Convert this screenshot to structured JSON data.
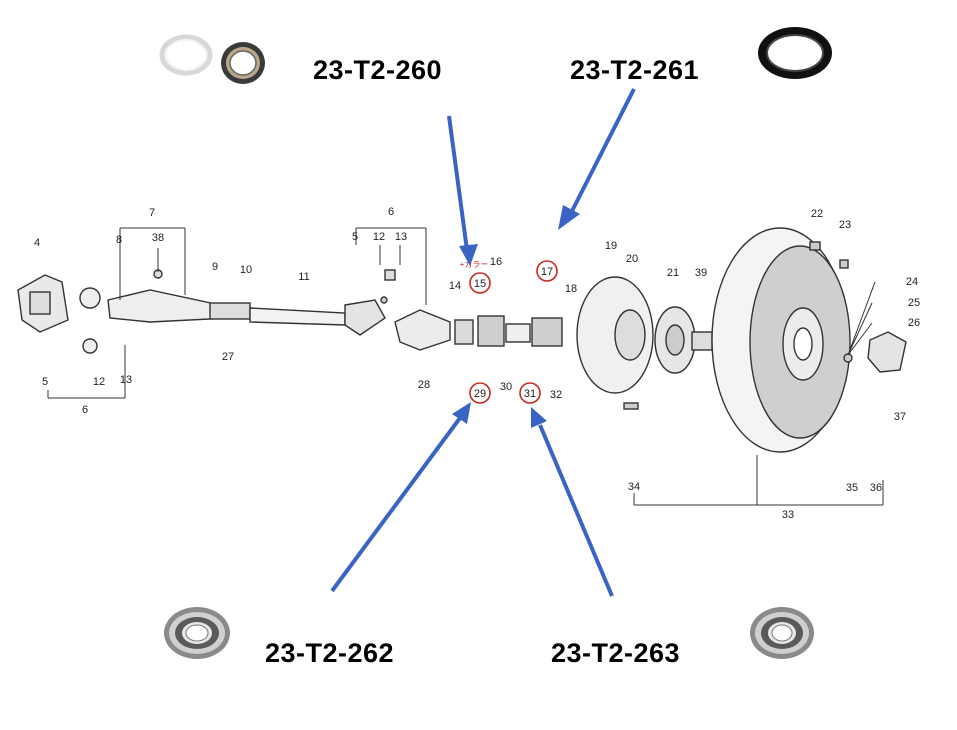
{
  "part_codes": {
    "top_left": "23-T2-260",
    "top_right": "23-T2-261",
    "bottom_left": "23-T2-262",
    "bottom_right": "23-T2-263"
  },
  "callouts": [
    "4",
    "5",
    "6",
    "7",
    "8",
    "38",
    "9",
    "10",
    "11",
    "27",
    "12",
    "13",
    "5",
    "12",
    "13",
    "6",
    "28",
    "14",
    "15",
    "16",
    "17",
    "18",
    "29",
    "30",
    "31",
    "32",
    "19",
    "20",
    "21",
    "39",
    "34",
    "22",
    "23",
    "24",
    "25",
    "26",
    "37",
    "35",
    "36",
    "33"
  ],
  "japanese_note": "+カラー",
  "colors": {
    "arrow": "#3a64c4",
    "circle": "#c8281e",
    "line": "#333333"
  }
}
